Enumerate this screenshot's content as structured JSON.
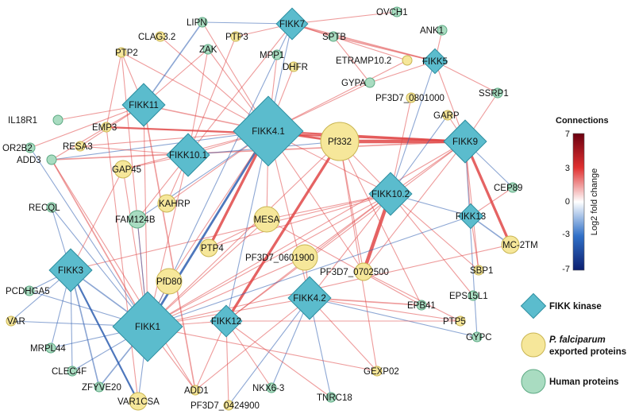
{
  "colors": {
    "kinase_fill": "#5bbccd",
    "kinase_stroke": "#2d8ea0",
    "exported_fill": "#f6e79a",
    "exported_stroke": "#c9b552",
    "human_fill": "#a9dcc1",
    "human_stroke": "#5da983",
    "pos_edge": "#e04848",
    "neg_edge": "#2f5fb0"
  },
  "nodes": [
    {
      "id": "FIKK7",
      "type": "kinase",
      "size": "s"
    },
    {
      "id": "FIKK5",
      "type": "kinase",
      "size": "xs"
    },
    {
      "id": "FIKK11",
      "type": "kinase",
      "size": "m"
    },
    {
      "id": "FIKK4.1",
      "type": "kinase",
      "size": "l"
    },
    {
      "id": "FIKK10.1",
      "type": "kinase",
      "size": "m"
    },
    {
      "id": "FIKK9",
      "type": "kinase",
      "size": "m"
    },
    {
      "id": "FIKK10.2",
      "type": "kinase",
      "size": "m"
    },
    {
      "id": "FIKK13",
      "type": "kinase",
      "size": "xs"
    },
    {
      "id": "FIKK3",
      "type": "kinase",
      "size": "m"
    },
    {
      "id": "FIKK1",
      "type": "kinase",
      "size": "l"
    },
    {
      "id": "FIKK4.2",
      "type": "kinase",
      "size": "m"
    },
    {
      "id": "FIKK12",
      "type": "kinase",
      "size": "s"
    },
    {
      "id": "CLAG3.2",
      "type": "exported",
      "size": "xs"
    },
    {
      "id": "PTP3",
      "type": "exported",
      "size": "xs"
    },
    {
      "id": "PTP2",
      "type": "exported",
      "size": "xs"
    },
    {
      "id": "DHFR",
      "type": "exported",
      "size": "xs"
    },
    {
      "id": "ETRAMP10.2",
      "type": "exported",
      "size": "xs"
    },
    {
      "id": "PF3D7_0801000",
      "type": "exported",
      "size": "xs"
    },
    {
      "id": "GARP",
      "type": "exported",
      "size": "xs"
    },
    {
      "id": "EMP3",
      "type": "exported",
      "size": "xs"
    },
    {
      "id": "RESA3",
      "type": "exported",
      "size": "xs"
    },
    {
      "id": "Pf332",
      "type": "exported",
      "size": "xl"
    },
    {
      "id": "GAP45",
      "type": "exported",
      "size": "s"
    },
    {
      "id": "KAHRP",
      "type": "exported",
      "size": "s"
    },
    {
      "id": "MESA",
      "type": "exported",
      "size": "m"
    },
    {
      "id": "PTP4",
      "type": "exported",
      "size": "s"
    },
    {
      "id": "PF3D7_0601900",
      "type": "exported",
      "size": "m"
    },
    {
      "id": "PF3D7_0702500",
      "type": "exported",
      "size": "s"
    },
    {
      "id": "PfD80",
      "type": "exported",
      "size": "m"
    },
    {
      "id": "MC-2TM",
      "type": "exported",
      "size": "s"
    },
    {
      "id": "SBP1",
      "type": "exported",
      "size": "xs"
    },
    {
      "id": "VAR",
      "type": "exported",
      "size": "xs"
    },
    {
      "id": "PTP5",
      "type": "exported",
      "size": "xs"
    },
    {
      "id": "GEXP02",
      "type": "exported",
      "size": "xs"
    },
    {
      "id": "VAR1CSA",
      "type": "exported",
      "size": "s"
    },
    {
      "id": "ADD1",
      "type": "exported",
      "size": "xs"
    },
    {
      "id": "PF3D7_0424900",
      "type": "exported",
      "size": "xs"
    },
    {
      "id": "LIPN",
      "type": "human",
      "size": "xs"
    },
    {
      "id": "OVCH1",
      "type": "human",
      "size": "xs"
    },
    {
      "id": "ANK1",
      "type": "human",
      "size": "xs"
    },
    {
      "id": "ZAK",
      "type": "human",
      "size": "xs"
    },
    {
      "id": "MPP1",
      "type": "human",
      "size": "xs"
    },
    {
      "id": "SPTB",
      "type": "human",
      "size": "xs"
    },
    {
      "id": "GYPA",
      "type": "human",
      "size": "xs"
    },
    {
      "id": "SSRP1",
      "type": "human",
      "size": "xs"
    },
    {
      "id": "IL18R1",
      "type": "human",
      "size": "xs"
    },
    {
      "id": "OR2B2",
      "type": "human",
      "size": "xs"
    },
    {
      "id": "ADD3",
      "type": "human",
      "size": "xs"
    },
    {
      "id": "RECQL",
      "type": "human",
      "size": "xs"
    },
    {
      "id": "FAM124B",
      "type": "human",
      "size": "s"
    },
    {
      "id": "CEP89",
      "type": "human",
      "size": "xs"
    },
    {
      "id": "PCDHGA5",
      "type": "human",
      "size": "xs"
    },
    {
      "id": "MRPL44",
      "type": "human",
      "size": "xs"
    },
    {
      "id": "CLEC4F",
      "type": "human",
      "size": "xs"
    },
    {
      "id": "ZFYVE20",
      "type": "human",
      "size": "xs"
    },
    {
      "id": "EPB41",
      "type": "human",
      "size": "xs"
    },
    {
      "id": "EPS15L1",
      "type": "human",
      "size": "xs"
    },
    {
      "id": "GYPC",
      "type": "human",
      "size": "xs"
    },
    {
      "id": "NKX6-3",
      "type": "human",
      "size": "xs"
    },
    {
      "id": "TNRC18",
      "type": "human",
      "size": "xs"
    }
  ],
  "edges": [
    [
      "FIKK4.1",
      "Pf332",
      2.5,
      "pos"
    ],
    [
      "FIKK4.1",
      "FIKK11",
      1.5,
      "pos"
    ],
    [
      "FIKK4.1",
      "FIKK1",
      2.5,
      "neg"
    ],
    [
      "FIKK4.1",
      "PTP4",
      3,
      "pos"
    ],
    [
      "FIKK4.1",
      "FIKK10.1",
      1,
      "pos"
    ],
    [
      "FIKK4.1",
      "MESA",
      1,
      "pos"
    ],
    [
      "FIKK4.1",
      "FIKK10.2",
      1,
      "pos"
    ],
    [
      "FIKK4.1",
      "GAP45",
      1,
      "pos"
    ],
    [
      "FIKK4.1",
      "PTP2",
      1,
      "pos"
    ],
    [
      "FIKK4.1",
      "CLAG3.2",
      1,
      "pos"
    ],
    [
      "FIKK4.1",
      "ZAK",
      1,
      "pos"
    ],
    [
      "FIKK4.1",
      "FIKK7",
      1,
      "neg"
    ],
    [
      "FIKK4.1",
      "MPP1",
      1,
      "pos"
    ],
    [
      "FIKK4.1",
      "ETRAMP10.2",
      1,
      "pos"
    ],
    [
      "FIKK4.1",
      "FIKK4.2",
      1,
      "pos"
    ],
    [
      "FIKK4.1",
      "PF3D7_0702500",
      1,
      "pos"
    ],
    [
      "FIKK4.1",
      "RESA3",
      1,
      "pos"
    ],
    [
      "FIKK4.1",
      "ADD3",
      1,
      "neg"
    ],
    [
      "FIKK4.1",
      "FIKK9",
      2,
      "pos"
    ],
    [
      "FIKK4.1",
      "PfD80",
      1,
      "pos"
    ],
    [
      "FIKK4.1",
      "FIKK12",
      1,
      "neg"
    ],
    [
      "FIKK4.1",
      "KAHRP",
      1,
      "pos"
    ],
    [
      "FIKK4.1",
      "LIPN",
      1,
      "pos"
    ],
    [
      "FIKK4.1",
      "DHFR",
      1,
      "pos"
    ],
    [
      "FIKK4.1",
      "FAM124B",
      1,
      "neg"
    ],
    [
      "FIKK4.1",
      "GYPA",
      1,
      "pos"
    ],
    [
      "FIKK9",
      "Pf332",
      4,
      "pos"
    ],
    [
      "FIKK9",
      "FIKK10.2",
      1,
      "pos"
    ],
    [
      "FIKK9",
      "MC-2TM",
      3,
      "pos"
    ],
    [
      "FIKK9",
      "GARP",
      1,
      "pos"
    ],
    [
      "FIKK9",
      "CEP89",
      1,
      "neg"
    ],
    [
      "FIKK9",
      "SSRP1",
      1,
      "pos"
    ],
    [
      "FIKK9",
      "FIKK5",
      1,
      "pos"
    ],
    [
      "FIKK9",
      "PF3D7_0702500",
      1,
      "pos"
    ],
    [
      "FIKK9",
      "SBP1",
      1,
      "pos"
    ],
    [
      "FIKK9",
      "FIKK12",
      1,
      "pos"
    ],
    [
      "FIKK9",
      "GYPC",
      1,
      "neg"
    ],
    [
      "FIKK9",
      "EMP3",
      2,
      "pos"
    ],
    [
      "FIKK9",
      "ADD3",
      1.5,
      "pos"
    ],
    [
      "FIKK9",
      "FIKK1",
      1,
      "pos"
    ],
    [
      "FIKK9",
      "FIKK13",
      1,
      "pos"
    ],
    [
      "FIKK10.2",
      "PF3D7_0702500",
      4,
      "pos"
    ],
    [
      "FIKK10.2",
      "Pf332",
      1,
      "pos"
    ],
    [
      "FIKK10.2",
      "FIKK1",
      1,
      "pos"
    ],
    [
      "FIKK10.2",
      "PF3D7_0601900",
      1,
      "pos"
    ],
    [
      "FIKK10.2",
      "FIKK12",
      1,
      "pos"
    ],
    [
      "FIKK10.2",
      "PTP4",
      1,
      "pos"
    ],
    [
      "FIKK10.2",
      "MESA",
      1,
      "pos"
    ],
    [
      "FIKK10.2",
      "FIKK13",
      1,
      "neg"
    ],
    [
      "FIKK10.2",
      "SBP1",
      1,
      "pos"
    ],
    [
      "FIKK10.2",
      "PF3D7_0801000",
      1,
      "pos"
    ],
    [
      "FIKK10.2",
      "FIKK4.2",
      1,
      "pos"
    ],
    [
      "FIKK10.2",
      "GARP",
      1,
      "neg"
    ],
    [
      "FIKK10.2",
      "EPS15L1",
      1,
      "pos"
    ],
    [
      "FIKK10.2",
      "FIKK3",
      1,
      "pos"
    ],
    [
      "FIKK10.2",
      "FIKK5",
      1,
      "neg"
    ],
    [
      "Pf332",
      "FIKK12",
      3,
      "pos"
    ],
    [
      "Pf332",
      "FIKK1",
      1,
      "pos"
    ],
    [
      "Pf332",
      "EPB41",
      1,
      "pos"
    ],
    [
      "Pf332",
      "PF3D7_0702500",
      1,
      "pos"
    ],
    [
      "Pf332",
      "GEXP02",
      1,
      "pos"
    ],
    [
      "Pf332",
      "FIKK10.1",
      1,
      "neg"
    ],
    [
      "FIKK1",
      "PfD80",
      1,
      "pos"
    ],
    [
      "FIKK1",
      "FIKK3",
      1.5,
      "neg"
    ],
    [
      "FIKK1",
      "VAR",
      1,
      "neg"
    ],
    [
      "FIKK1",
      "PCDHGA5",
      1,
      "neg"
    ],
    [
      "FIKK1",
      "MRPL44",
      1,
      "neg"
    ],
    [
      "FIKK1",
      "CLEC4F",
      1,
      "neg"
    ],
    [
      "FIKK1",
      "ZFYVE20",
      1.5,
      "neg"
    ],
    [
      "FIKK1",
      "VAR1CSA",
      1,
      "neg"
    ],
    [
      "FIKK1",
      "ADD1",
      1,
      "pos"
    ],
    [
      "FIKK1",
      "RECQL",
      1,
      "neg"
    ],
    [
      "FIKK1",
      "FIKK11",
      1,
      "pos"
    ],
    [
      "FIKK1",
      "ADD3",
      1.5,
      "pos"
    ],
    [
      "FIKK1",
      "FIKK4.2",
      1,
      "pos"
    ],
    [
      "FIKK1",
      "FIKK12",
      1,
      "pos"
    ],
    [
      "FIKK1",
      "GAP45",
      1,
      "pos"
    ],
    [
      "FIKK1",
      "PTP2",
      1,
      "pos"
    ],
    [
      "FIKK1",
      "FIKK10.1",
      1,
      "pos"
    ],
    [
      "FIKK1",
      "MC-2TM",
      1,
      "pos"
    ],
    [
      "FIKK1",
      "OR2B2",
      1,
      "neg"
    ],
    [
      "FIKK1",
      "FIKK7",
      1,
      "neg"
    ],
    [
      "FIKK1",
      "PF3D7_0601900",
      1,
      "pos"
    ],
    [
      "FIKK1",
      "FAM124B",
      1,
      "neg"
    ],
    [
      "FIKK1",
      "MESA",
      1,
      "pos"
    ],
    [
      "FIKK1",
      "FIKK13",
      1,
      "neg"
    ],
    [
      "FIKK3",
      "VAR1CSA",
      2,
      "neg"
    ],
    [
      "FIKK3",
      "ZFYVE20",
      1.5,
      "neg"
    ],
    [
      "FIKK3",
      "PCDHGA5",
      1,
      "neg"
    ],
    [
      "FIKK3",
      "MRPL44",
      1,
      "neg"
    ],
    [
      "FIKK3",
      "CLEC4F",
      1,
      "neg"
    ],
    [
      "FIKK3",
      "VAR",
      1,
      "neg"
    ],
    [
      "FIKK3",
      "GAP45",
      1,
      "pos"
    ],
    [
      "FIKK3",
      "RECQL",
      1,
      "neg"
    ],
    [
      "FIKK4.2",
      "EPB41",
      1.5,
      "pos"
    ],
    [
      "FIKK4.2",
      "PTP5",
      1,
      "pos"
    ],
    [
      "FIKK4.2",
      "ADD1",
      1,
      "pos"
    ],
    [
      "FIKK4.2",
      "NKX6-3",
      1,
      "neg"
    ],
    [
      "FIKK4.2",
      "TNRC18",
      1,
      "neg"
    ],
    [
      "FIKK4.2",
      "PF3D7_0424900",
      1,
      "neg"
    ],
    [
      "FIKK4.2",
      "PF3D7_0601900",
      1,
      "pos"
    ],
    [
      "FIKK4.2",
      "GEXP02",
      1,
      "pos"
    ],
    [
      "FIKK4.2",
      "GYPC",
      1,
      "neg"
    ],
    [
      "FIKK12",
      "PF3D7_0424900",
      1,
      "pos"
    ],
    [
      "FIKK12",
      "NKX6-3",
      1,
      "pos"
    ],
    [
      "FIKK12",
      "TNRC18",
      1,
      "pos"
    ],
    [
      "FIKK12",
      "PTP5",
      1,
      "pos"
    ],
    [
      "FIKK12",
      "ADD1",
      1,
      "pos"
    ],
    [
      "FIKK11",
      "IL18R1",
      1,
      "pos"
    ],
    [
      "FIKK11",
      "PTP2",
      1,
      "pos"
    ],
    [
      "FIKK11",
      "OR2B2",
      1,
      "pos"
    ],
    [
      "FIKK11",
      "ZAK",
      1,
      "pos"
    ],
    [
      "FIKK11",
      "ADD1",
      1.5,
      "pos"
    ],
    [
      "FIKK11",
      "RESA3",
      1,
      "pos"
    ],
    [
      "FIKK11",
      "LIPN",
      1.5,
      "neg"
    ],
    [
      "FIKK11",
      "EMP3",
      1,
      "pos"
    ],
    [
      "FIKK7",
      "SPTB",
      1,
      "pos"
    ],
    [
      "FIKK7",
      "OVCH1",
      1,
      "pos"
    ],
    [
      "FIKK7",
      "FIKK5",
      1.5,
      "pos"
    ],
    [
      "FIKK7",
      "LIPN",
      1,
      "neg"
    ],
    [
      "FIKK7",
      "PTP3",
      1,
      "pos"
    ],
    [
      "FIKK7",
      "FIKK10.1",
      1,
      "pos"
    ],
    [
      "FIKK7",
      "ETRAMP10.2",
      1,
      "pos"
    ],
    [
      "FIKK5",
      "ANK1",
      1,
      "pos"
    ],
    [
      "FIKK5",
      "SSRP1",
      1,
      "pos"
    ],
    [
      "FIKK5",
      "SPTB",
      1.5,
      "pos"
    ],
    [
      "FIKK5",
      "GYPA",
      1,
      "pos"
    ],
    [
      "FIKK10.1",
      "FAM124B",
      1,
      "pos"
    ],
    [
      "FIKK10.1",
      "KAHRP",
      1,
      "pos"
    ],
    [
      "FIKK10.1",
      "GAP45",
      1,
      "pos"
    ],
    [
      "FIKK10.1",
      "RESA3",
      1,
      "pos"
    ],
    [
      "FIKK10.1",
      "PTP3",
      1,
      "pos"
    ],
    [
      "FIKK10.1",
      "ZAK",
      1,
      "pos"
    ],
    [
      "FIKK13",
      "MC-2TM",
      1.5,
      "neg"
    ],
    [
      "FIKK13",
      "CEP89",
      1,
      "pos"
    ],
    [
      "FIKK13",
      "SBP1",
      1,
      "pos"
    ],
    [
      "EMP3",
      "ADD3",
      1,
      "pos"
    ],
    [
      "EMP3",
      "VAR1CSA",
      1,
      "pos"
    ],
    [
      "EMP3",
      "PTP2",
      1,
      "pos"
    ],
    [
      "MESA",
      "PTP4",
      1,
      "pos"
    ],
    [
      "MESA",
      "EPB41",
      1,
      "pos"
    ],
    [
      "SPTB",
      "GYPA",
      1,
      "pos"
    ],
    [
      "ADD3",
      "ADD1",
      1,
      "pos"
    ],
    [
      "PTP5",
      "PF3D7_0702500",
      1,
      "pos"
    ],
    [
      "GEXP02",
      "FIKK1",
      1,
      "pos"
    ]
  ],
  "legend": {
    "title": "Connections",
    "axis_label": "Log2 fold change",
    "ticks": [
      "7",
      "3",
      "0",
      "-3",
      "-7"
    ],
    "items": [
      {
        "label_line1": "FIKK kinase",
        "label_line2": ""
      },
      {
        "label_line1": "P. falciparum",
        "label_line2": "exported proteins"
      },
      {
        "label_line1": "Human proteins",
        "label_line2": ""
      }
    ]
  }
}
